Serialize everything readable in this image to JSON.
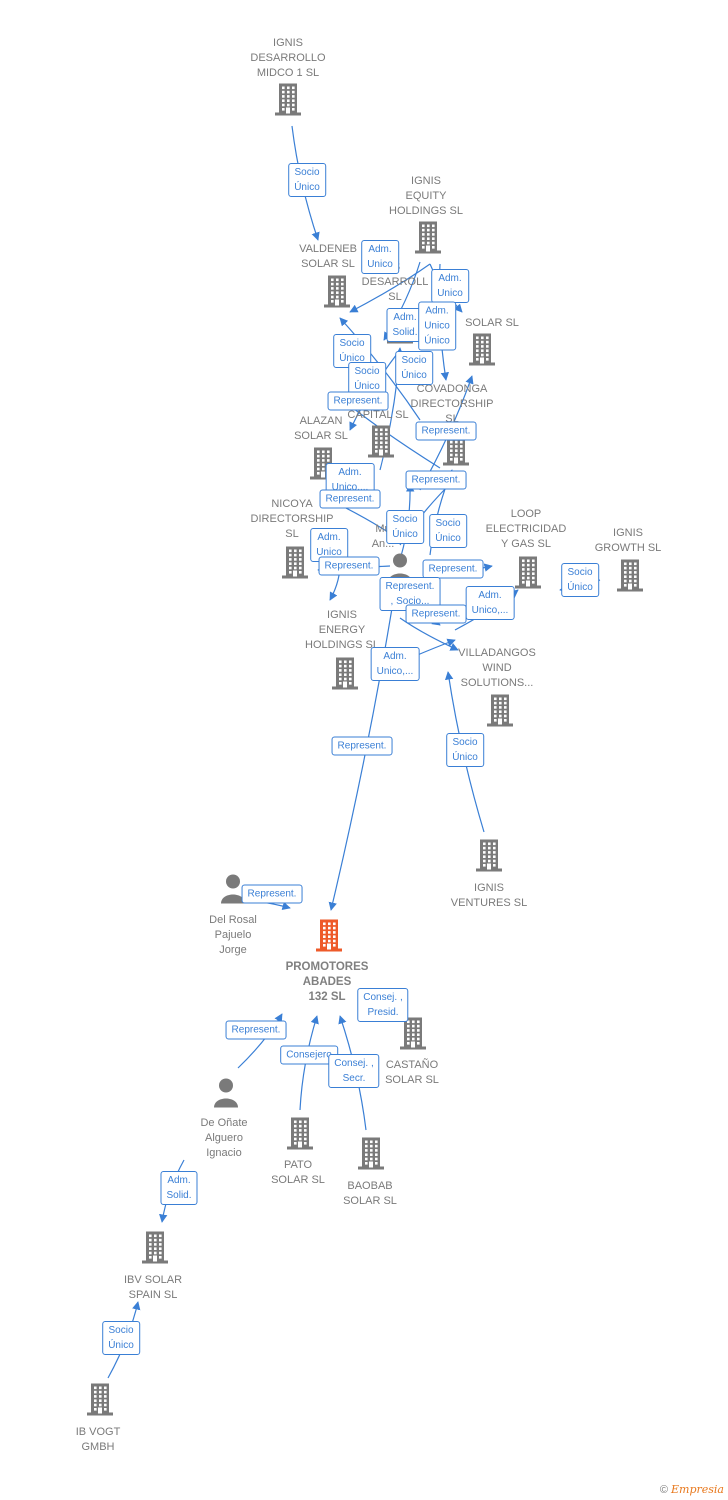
{
  "colors": {
    "edge": "#3a7fd5",
    "node": "#7a7a7a",
    "main": "#ee5a2a"
  },
  "nodes": [
    {
      "id": "ignis_midco",
      "type": "company",
      "label": "IGNIS\nDESARROLLO\nMIDCO 1  SL"
    },
    {
      "id": "ignis_equity",
      "type": "company",
      "label": "IGNIS\nEQUITY\nHOLDINGS  SL"
    },
    {
      "id": "valdeneb",
      "type": "company",
      "label": "VALDENEB\nSOLAR SL"
    },
    {
      "id": "ignis_desarroll",
      "type": "company",
      "label": "IS\nDESARROLL\nSL"
    },
    {
      "id": "solar_sl",
      "type": "company",
      "label": "SOLAR SL"
    },
    {
      "id": "covadonga",
      "type": "company",
      "label": "COVADONGA\nDIRECTORSHIP\nSL"
    },
    {
      "id": "capital",
      "type": "company",
      "label": "CAPITAL  SL"
    },
    {
      "id": "alazan",
      "type": "company",
      "label": "ALAZAN\nSOLAR  SL"
    },
    {
      "id": "nicoya",
      "type": "company",
      "label": "NICOYA\nDIRECTORSHIP\nSL"
    },
    {
      "id": "loop",
      "type": "company",
      "label": "LOOP\nELECTRICIDAD\nY GAS  SL"
    },
    {
      "id": "ignis_growth",
      "type": "company",
      "label": "IGNIS\nGROWTH  SL"
    },
    {
      "id": "ignis_energy",
      "type": "company",
      "label": "IGNIS\nENERGY\nHOLDINGS  SL"
    },
    {
      "id": "villadangos",
      "type": "company",
      "label": "VILLADANGOS\nWIND\nSOLUTIONS..."
    },
    {
      "id": "ignis_ventures",
      "type": "company",
      "label": "IGNIS\nVENTURES  SL"
    },
    {
      "id": "person_mu",
      "type": "person",
      "label": "Mu\nAn..."
    },
    {
      "id": "del_rosal",
      "type": "person",
      "label": "Del Rosal\nPajuelo\nJorge"
    },
    {
      "id": "promotores",
      "type": "main",
      "label": "PROMOTORES\nABADES\n132  SL"
    },
    {
      "id": "castano",
      "type": "company",
      "label": "CASTAÑO\nSOLAR  SL"
    },
    {
      "id": "de_onate",
      "type": "person",
      "label": "De Oñate\nAlguero\nIgnacio"
    },
    {
      "id": "pato",
      "type": "company",
      "label": "PATO\nSOLAR  SL"
    },
    {
      "id": "baobab",
      "type": "company",
      "label": "BAOBAB\nSOLAR  SL"
    },
    {
      "id": "ibv_solar",
      "type": "company",
      "label": "IBV SOLAR\nSPAIN  SL"
    },
    {
      "id": "ib_vogt",
      "type": "company",
      "label": "IB VOGT\nGMBH"
    }
  ],
  "relations": [
    {
      "label": "Socio\nÚnico"
    },
    {
      "label": "Adm.\nUnico"
    },
    {
      "label": "Adm.\nUnico"
    },
    {
      "label": "Adm.\nSolid."
    },
    {
      "label": "Adm.\nUnico\nÚnico"
    },
    {
      "label": "Socio\nÚnico"
    },
    {
      "label": "Socio\nÚnico"
    },
    {
      "label": "Socio\nÚnico"
    },
    {
      "label": "Represent."
    },
    {
      "label": "Represent."
    },
    {
      "label": "Adm.\nUnico,..."
    },
    {
      "label": "Represent."
    },
    {
      "label": "Represent."
    },
    {
      "label": "Socio\nÚnico"
    },
    {
      "label": "Socio\nÚnico"
    },
    {
      "label": "Adm.\nUnico"
    },
    {
      "label": "Represent."
    },
    {
      "label": "Represent."
    },
    {
      "label": "Represent.\n, Socio..."
    },
    {
      "label": "Adm.\nUnico,..."
    },
    {
      "label": "Represent."
    },
    {
      "label": "Socio\nÚnico"
    },
    {
      "label": "Adm.\nUnico,..."
    },
    {
      "label": "Represent."
    },
    {
      "label": "Socio\nÚnico"
    },
    {
      "label": "Represent."
    },
    {
      "label": "Consej. ,\nPresid."
    },
    {
      "label": "Represent."
    },
    {
      "label": "Consejero"
    },
    {
      "label": "Consej. ,\nSecr."
    },
    {
      "label": "Adm.\nSolid."
    },
    {
      "label": "Socio\nÚnico"
    }
  ],
  "footer": {
    "copyright": "©",
    "brand": "Empresia"
  }
}
